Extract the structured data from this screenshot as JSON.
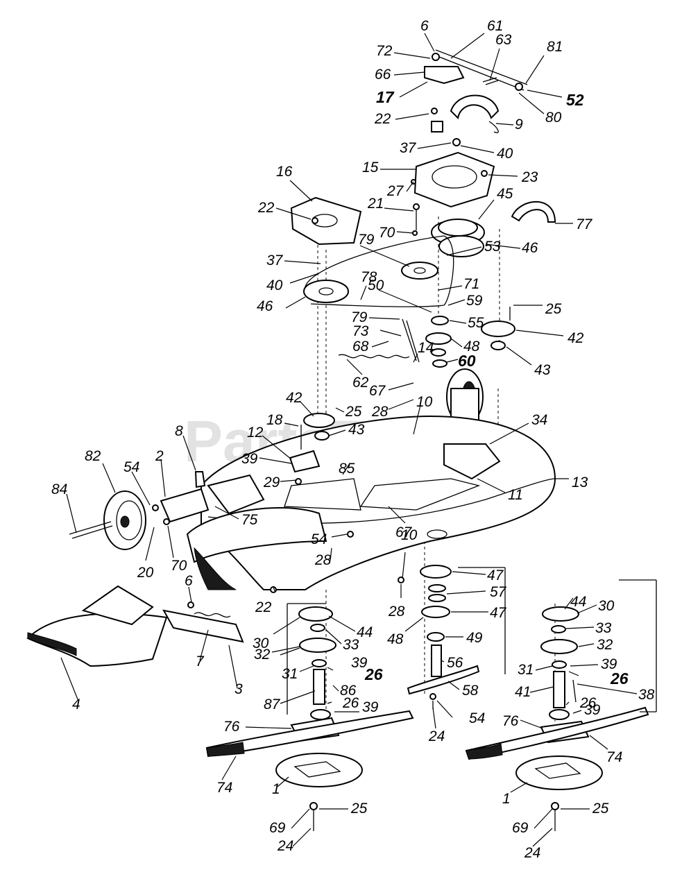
{
  "watermark": "PartsTree",
  "labels": [
    {
      "id": "6-top",
      "text": "6",
      "bold": false
    },
    {
      "id": "61",
      "text": "61",
      "bold": false
    },
    {
      "id": "72",
      "text": "72",
      "bold": false
    },
    {
      "id": "63",
      "text": "63",
      "bold": false
    },
    {
      "id": "81",
      "text": "81",
      "bold": false
    },
    {
      "id": "66",
      "text": "66",
      "bold": false
    },
    {
      "id": "17",
      "text": "17",
      "bold": true
    },
    {
      "id": "52",
      "text": "52",
      "bold": true
    },
    {
      "id": "22-top",
      "text": "22",
      "bold": false
    },
    {
      "id": "80",
      "text": "80",
      "bold": false
    },
    {
      "id": "9",
      "text": "9",
      "bold": false
    },
    {
      "id": "37-top",
      "text": "37",
      "bold": false
    },
    {
      "id": "40-top",
      "text": "40",
      "bold": false
    },
    {
      "id": "16",
      "text": "16",
      "bold": false
    },
    {
      "id": "15",
      "text": "15",
      "bold": false
    },
    {
      "id": "23",
      "text": "23",
      "bold": false
    },
    {
      "id": "27",
      "text": "27",
      "bold": false
    },
    {
      "id": "22-left",
      "text": "22",
      "bold": false
    },
    {
      "id": "21",
      "text": "21",
      "bold": false
    },
    {
      "id": "45",
      "text": "45",
      "bold": false
    },
    {
      "id": "77",
      "text": "77",
      "bold": false
    },
    {
      "id": "70-top",
      "text": "70",
      "bold": false
    },
    {
      "id": "79-top",
      "text": "79",
      "bold": false
    },
    {
      "id": "46-right",
      "text": "46",
      "bold": false
    },
    {
      "id": "37-left",
      "text": "37",
      "bold": false
    },
    {
      "id": "53",
      "text": "53",
      "bold": false
    },
    {
      "id": "40-left",
      "text": "40",
      "bold": false
    },
    {
      "id": "71",
      "text": "71",
      "bold": false
    },
    {
      "id": "78",
      "text": "78",
      "bold": false
    },
    {
      "id": "46-left",
      "text": "46",
      "bold": false
    },
    {
      "id": "50",
      "text": "50",
      "bold": false
    },
    {
      "id": "59",
      "text": "59",
      "bold": false
    },
    {
      "id": "25-top",
      "text": "25",
      "bold": false
    },
    {
      "id": "79-mid",
      "text": "79",
      "bold": false
    },
    {
      "id": "55",
      "text": "55",
      "bold": false
    },
    {
      "id": "73",
      "text": "73",
      "bold": false
    },
    {
      "id": "42-right",
      "text": "42",
      "bold": false
    },
    {
      "id": "48-top",
      "text": "48",
      "bold": false
    },
    {
      "id": "68",
      "text": "68",
      "bold": false
    },
    {
      "id": "14",
      "text": "14",
      "bold": false
    },
    {
      "id": "60",
      "text": "60",
      "bold": true
    },
    {
      "id": "43-right",
      "text": "43",
      "bold": false
    },
    {
      "id": "62",
      "text": "62",
      "bold": false
    },
    {
      "id": "67-mid",
      "text": "67",
      "bold": false
    },
    {
      "id": "28-mid",
      "text": "28",
      "bold": false
    },
    {
      "id": "10-top",
      "text": "10",
      "bold": false
    },
    {
      "id": "42-left",
      "text": "42",
      "bold": false
    },
    {
      "id": "25-mid",
      "text": "25",
      "bold": false
    },
    {
      "id": "18",
      "text": "18",
      "bold": false
    },
    {
      "id": "43-left",
      "text": "43",
      "bold": false
    },
    {
      "id": "34",
      "text": "34",
      "bold": false
    },
    {
      "id": "8",
      "text": "8",
      "bold": false
    },
    {
      "id": "12",
      "text": "12",
      "bold": false
    },
    {
      "id": "82",
      "text": "82",
      "bold": false
    },
    {
      "id": "2",
      "text": "2",
      "bold": false
    },
    {
      "id": "39-mid",
      "text": "39",
      "bold": false
    },
    {
      "id": "85",
      "text": "85",
      "bold": false
    },
    {
      "id": "54-left",
      "text": "54",
      "bold": false
    },
    {
      "id": "29",
      "text": "29",
      "bold": false
    },
    {
      "id": "13",
      "text": "13",
      "bold": false
    },
    {
      "id": "11",
      "text": "11",
      "bold": false
    },
    {
      "id": "84",
      "text": "84",
      "bold": false
    },
    {
      "id": "75",
      "text": "75",
      "bold": false
    },
    {
      "id": "10-mid",
      "text": "10",
      "bold": false
    },
    {
      "id": "54-mid",
      "text": "54",
      "bold": false
    },
    {
      "id": "20",
      "text": "20",
      "bold": false
    },
    {
      "id": "70-mid",
      "text": "70",
      "bold": false
    },
    {
      "id": "28-low",
      "text": "28",
      "bold": false
    },
    {
      "id": "67-low",
      "text": "67",
      "bold": false
    },
    {
      "id": "47-top",
      "text": "47",
      "bold": false
    },
    {
      "id": "6-low",
      "text": "6",
      "bold": false
    },
    {
      "id": "57",
      "text": "57",
      "bold": false
    },
    {
      "id": "28-right",
      "text": "28",
      "bold": false
    },
    {
      "id": "44-right",
      "text": "44",
      "bold": false
    },
    {
      "id": "22-low",
      "text": "22",
      "bold": false
    },
    {
      "id": "30-right",
      "text": "30",
      "bold": false
    },
    {
      "id": "47-mid",
      "text": "47",
      "bold": false
    },
    {
      "id": "44-mid",
      "text": "44",
      "bold": false
    },
    {
      "id": "30-left",
      "text": "30",
      "bold": false
    },
    {
      "id": "33-right",
      "text": "33",
      "bold": false
    },
    {
      "id": "48-mid",
      "text": "48",
      "bold": false
    },
    {
      "id": "33-left",
      "text": "33",
      "bold": false
    },
    {
      "id": "49",
      "text": "49",
      "bold": false
    },
    {
      "id": "32-right",
      "text": "32",
      "bold": false
    },
    {
      "id": "7",
      "text": "7",
      "bold": false
    },
    {
      "id": "32-left",
      "text": "32",
      "bold": false
    },
    {
      "id": "39-left",
      "text": "39",
      "bold": false
    },
    {
      "id": "56",
      "text": "56",
      "bold": false
    },
    {
      "id": "39-right",
      "text": "39",
      "bold": false
    },
    {
      "id": "31-left",
      "text": "31",
      "bold": false
    },
    {
      "id": "26-left",
      "text": "26",
      "bold": true
    },
    {
      "id": "31-right",
      "text": "31",
      "bold": false
    },
    {
      "id": "26-right",
      "text": "26",
      "bold": true
    },
    {
      "id": "4",
      "text": "4",
      "bold": false
    },
    {
      "id": "3",
      "text": "3",
      "bold": false
    },
    {
      "id": "86",
      "text": "86",
      "bold": false
    },
    {
      "id": "58",
      "text": "58",
      "bold": false
    },
    {
      "id": "38",
      "text": "38",
      "bold": false
    },
    {
      "id": "41",
      "text": "41",
      "bold": false
    },
    {
      "id": "87",
      "text": "87",
      "bold": false
    },
    {
      "id": "26-low-left",
      "text": "26",
      "bold": false
    },
    {
      "id": "39-low-left",
      "text": "39",
      "bold": false
    },
    {
      "id": "26-low-right",
      "text": "26",
      "bold": false
    },
    {
      "id": "54-low",
      "text": "54",
      "bold": false
    },
    {
      "id": "39-low-right",
      "text": "39",
      "bold": false
    },
    {
      "id": "76-left",
      "text": "76",
      "bold": false
    },
    {
      "id": "76-right",
      "text": "76",
      "bold": false
    },
    {
      "id": "24-mid",
      "text": "24",
      "bold": false
    },
    {
      "id": "74-right",
      "text": "74",
      "bold": false
    },
    {
      "id": "74-left",
      "text": "74",
      "bold": false
    },
    {
      "id": "1-left",
      "text": "1",
      "bold": false
    },
    {
      "id": "1-right",
      "text": "1",
      "bold": false
    },
    {
      "id": "25-low-left",
      "text": "25",
      "bold": false
    },
    {
      "id": "25-low-right",
      "text": "25",
      "bold": false
    },
    {
      "id": "69-left",
      "text": "69",
      "bold": false
    },
    {
      "id": "69-right",
      "text": "69",
      "bold": false
    },
    {
      "id": "24-low-left",
      "text": "24",
      "bold": false
    },
    {
      "id": "24-low-right",
      "text": "24",
      "bold": false
    }
  ]
}
